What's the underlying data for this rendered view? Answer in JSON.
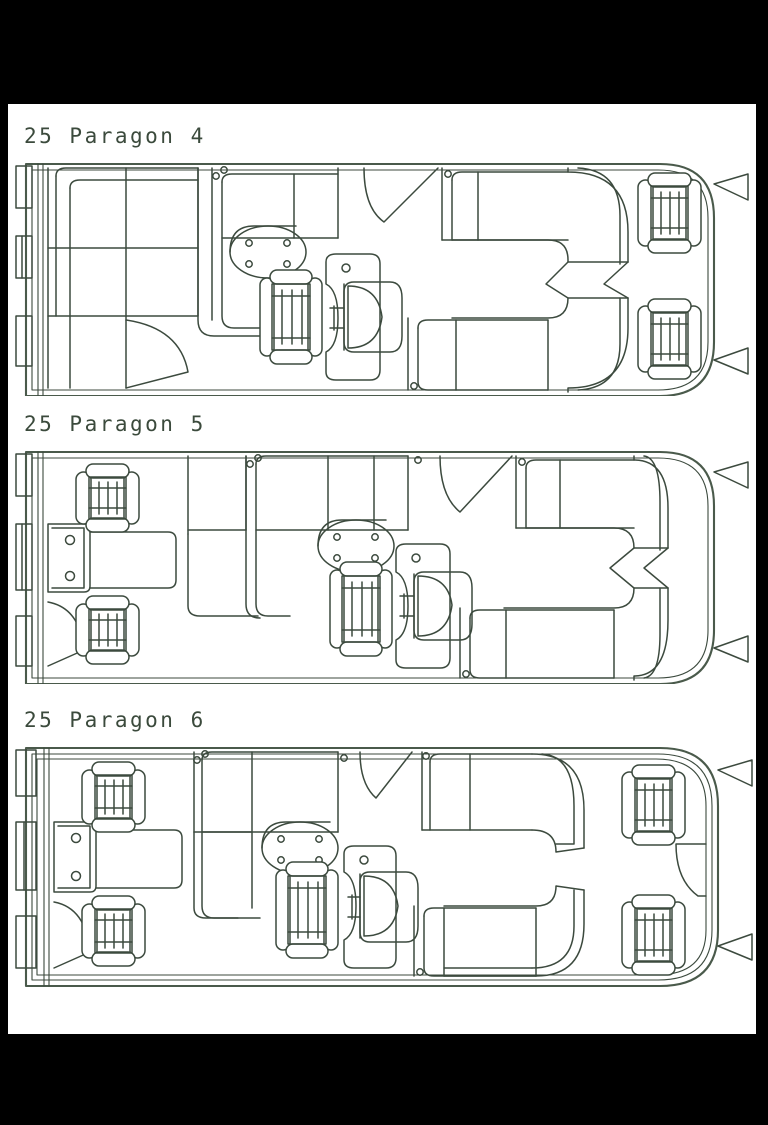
{
  "document": {
    "type": "pontoon-boat-floorplan-sheet",
    "page_background": "#ffffff",
    "border_color": "#000000",
    "line_color": "#3c4a3e"
  },
  "plans": [
    {
      "title": "25 Paragon 4",
      "model_length": "25",
      "model_name": "Paragon",
      "layout_number": "4",
      "features": [
        "bow-port-lounge",
        "bow-starboard-lounge",
        "oval-table",
        "port-bow-gate",
        "helm-console",
        "captains-chair",
        "steering-wheel",
        "stern-wrap-lounge",
        "aft-chair-port",
        "aft-chair-starboard",
        "stern-gate",
        "transom-cleats"
      ]
    },
    {
      "title": "25 Paragon 5",
      "model_length": "25",
      "model_name": "Paragon",
      "layout_number": "5",
      "features": [
        "bow-chair-port-forward",
        "bow-chair-port-aft",
        "bow-gate-with-latches",
        "bow-table-module",
        "port-lounge",
        "oval-table",
        "starboard-bow-lounge",
        "helm-console",
        "captains-chair",
        "steering-wheel",
        "stern-wrap-lounge",
        "stern-gate",
        "transom-cleats"
      ]
    },
    {
      "title": "25 Paragon 6",
      "model_length": "25",
      "model_name": "Paragon",
      "layout_number": "6",
      "features": [
        "bow-chair-port-forward",
        "bow-chair-port-aft",
        "bow-gate-with-latches",
        "bow-table-module",
        "oval-table",
        "port-lounge",
        "starboard-bow-lounge",
        "helm-console",
        "captains-chair",
        "steering-wheel",
        "aft-chair-starboard-forward",
        "aft-chair-starboard-aft",
        "stern-lounge-port",
        "stern-lounge-starboard",
        "stern-gate",
        "transom-cleats"
      ]
    }
  ]
}
